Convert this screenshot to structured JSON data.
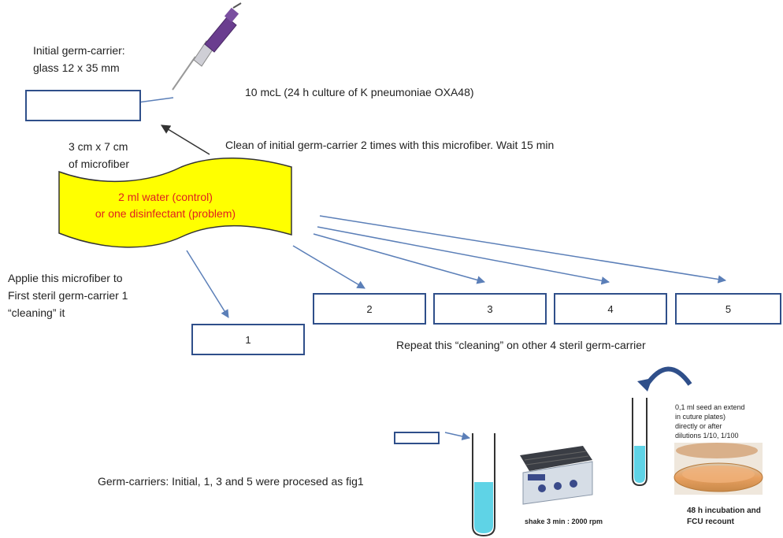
{
  "labels": {
    "initial_carrier_line1": "Initial germ-carrier:",
    "initial_carrier_line2": "glass 12 x 35 mm",
    "pipette_volume": "10 mcL (24 h culture of K pneumoniae OXA48)",
    "microfiber_size_line1": "3 cm  x 7 cm",
    "microfiber_size_line2": "of microfiber",
    "clean_instruction": "Clean  of  initial germ-carrier 2 times with this microfiber. Wait 15 min",
    "solution_line1": "2 ml water (control)",
    "solution_line2": "or one disinfectant (problem)",
    "apply_line1": "Applie this microfiber to",
    "apply_line2": "First steril germ-carrier 1",
    "apply_line3": "“cleaning” it",
    "repeat_instruction": "Repeat this “cleaning” on other 4  steril germ-carrier",
    "processed_note": "Germ-carriers: Initial, 1, 3 and 5  were procesed as fig1",
    "shake_note": "shake 3 min : 2000 rpm",
    "seed_line1": "0,1 ml seed an extend",
    "seed_line2": "in cuture plates)",
    "seed_line3": " directly  or after",
    "seed_line4": " dilutions 1/10, 1/100",
    "incubation_line1": "48 h incubation and",
    "incubation_line2": "FCU recount"
  },
  "carriers": [
    "1",
    "2",
    "3",
    "4",
    "5"
  ],
  "colors": {
    "box_border": "#2f4f8a",
    "arrow": "#5b7fb8",
    "microfiber_fill": "#ffff00",
    "solution_text": "#e02020",
    "pipette": "#6a3d8f",
    "tube_liquid": "#5fd3e6"
  },
  "icons": [
    "pipette-icon",
    "shaker-icon",
    "test-tube-icon",
    "culture-plate-icon",
    "curved-arrow-icon"
  ]
}
